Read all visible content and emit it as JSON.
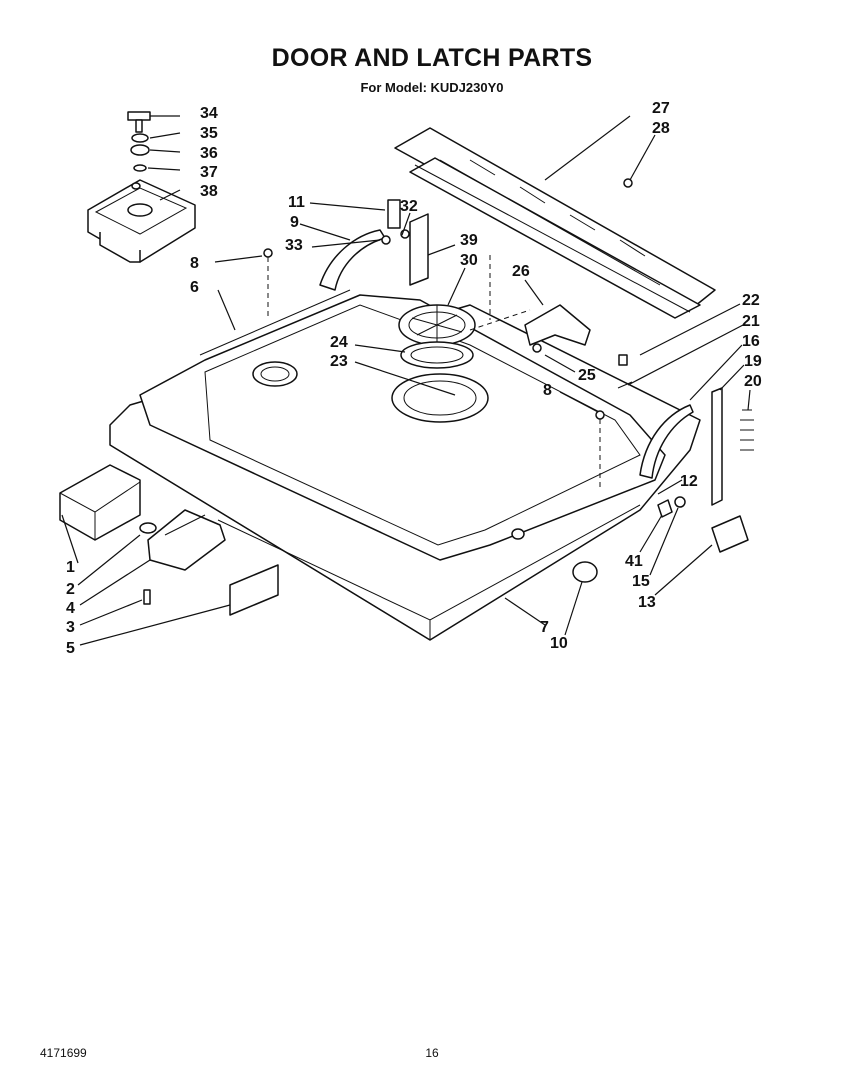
{
  "header": {
    "title": "DOOR AND LATCH PARTS",
    "subtitle": "For Model: KUDJ230Y0"
  },
  "footer": {
    "document_number": "4171699",
    "page_number": "16"
  },
  "callouts": [
    "1",
    "2",
    "3",
    "4",
    "5",
    "6",
    "7",
    "8",
    "9",
    "10",
    "11",
    "12",
    "13",
    "15",
    "16",
    "19",
    "20",
    "21",
    "22",
    "23",
    "24",
    "25",
    "26",
    "27",
    "28",
    "30",
    "32",
    "33",
    "34",
    "35",
    "36",
    "37",
    "38",
    "39",
    "41"
  ]
}
